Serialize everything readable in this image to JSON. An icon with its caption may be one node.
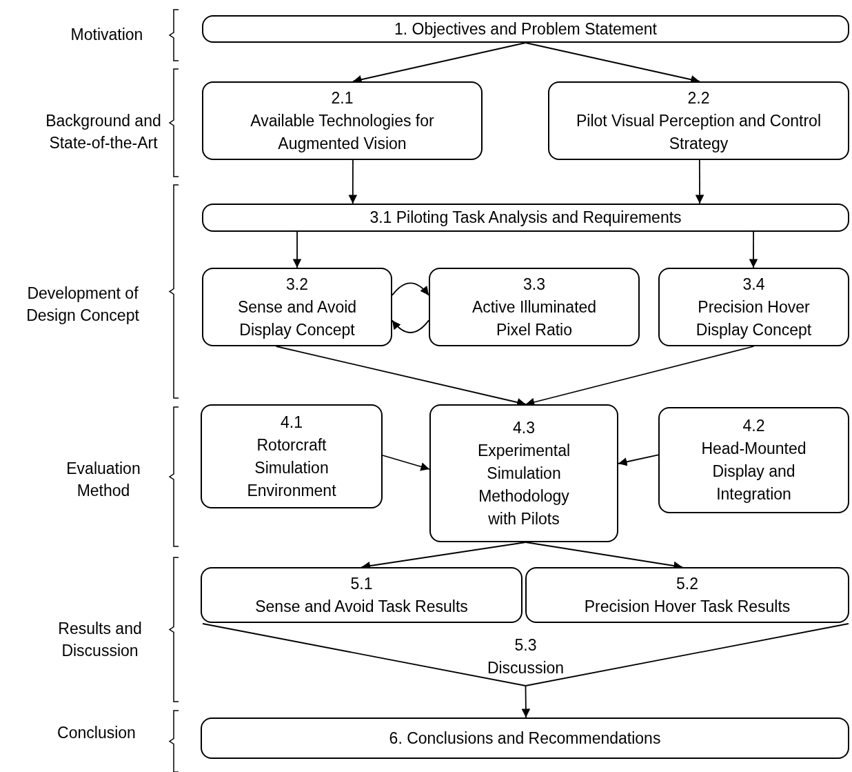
{
  "diagram": {
    "nodes": [
      {
        "text": [
          "1. Objectives and Problem Statement"
        ]
      },
      {
        "text": [
          "2.1",
          "Available Technologies for Augmented Vision"
        ]
      },
      {
        "text": [
          "2.2",
          "Pilot Visual Perception and Control Strategy"
        ]
      },
      {
        "text": [
          "3.1 Piloting Task Analysis and Requirements"
        ]
      },
      {
        "text": [
          "3.2",
          "Sense and Avoid Display Concept"
        ]
      },
      {
        "text": [
          "3.3",
          "Active Illuminated Pixel Ratio"
        ]
      },
      {
        "text": [
          "3.4",
          "Precision Hover Display Concept"
        ]
      },
      {
        "text": [
          "4.1",
          "Rotorcraft Simulation Environment"
        ]
      },
      {
        "text": [
          "4.3",
          "Experimental Simulation Methodology with Pilots"
        ]
      },
      {
        "text": [
          "4.2",
          "Head-Mounted Display and Integration"
        ]
      },
      {
        "text": [
          "5.1",
          "Sense and Avoid Task Results"
        ]
      },
      {
        "text": [
          "5.2",
          "Precision Hover Task Results"
        ]
      },
      {
        "text": [
          "5.3",
          "Discussion"
        ]
      },
      {
        "text": [
          "6. Conclusions and Recommendations"
        ]
      }
    ],
    "edges": [
      {
        "from": 0,
        "to": 1,
        "arrow": "to"
      },
      {
        "from": 0,
        "to": 2,
        "arrow": "to"
      },
      {
        "from": 1,
        "to": 3,
        "arrow": "to"
      },
      {
        "from": 2,
        "to": 3,
        "arrow": "to"
      },
      {
        "from": 3,
        "to": 4,
        "arrow": "to"
      },
      {
        "from": 3,
        "to": 6,
        "arrow": "to"
      },
      {
        "from": 4,
        "to": 5,
        "arrow": "to"
      },
      {
        "from": 5,
        "to": 4,
        "arrow": "to"
      },
      {
        "from": 4,
        "to": 8,
        "arrow": "to"
      },
      {
        "from": 6,
        "to": 8,
        "arrow": "to"
      },
      {
        "from": 7,
        "to": 8,
        "arrow": "to"
      },
      {
        "from": 9,
        "to": 8,
        "arrow": "to"
      },
      {
        "from": 8,
        "to": 10,
        "arrow": "to"
      },
      {
        "from": 8,
        "to": 11,
        "arrow": "to"
      },
      {
        "from": 12,
        "to": 13,
        "arrow": "to"
      }
    ],
    "labels": [
      "Motivation",
      "Background and State-of-the-Art",
      "Development of Design Concept",
      "Evaluation Method",
      "Results and Discussion",
      "Conclusion"
    ]
  }
}
